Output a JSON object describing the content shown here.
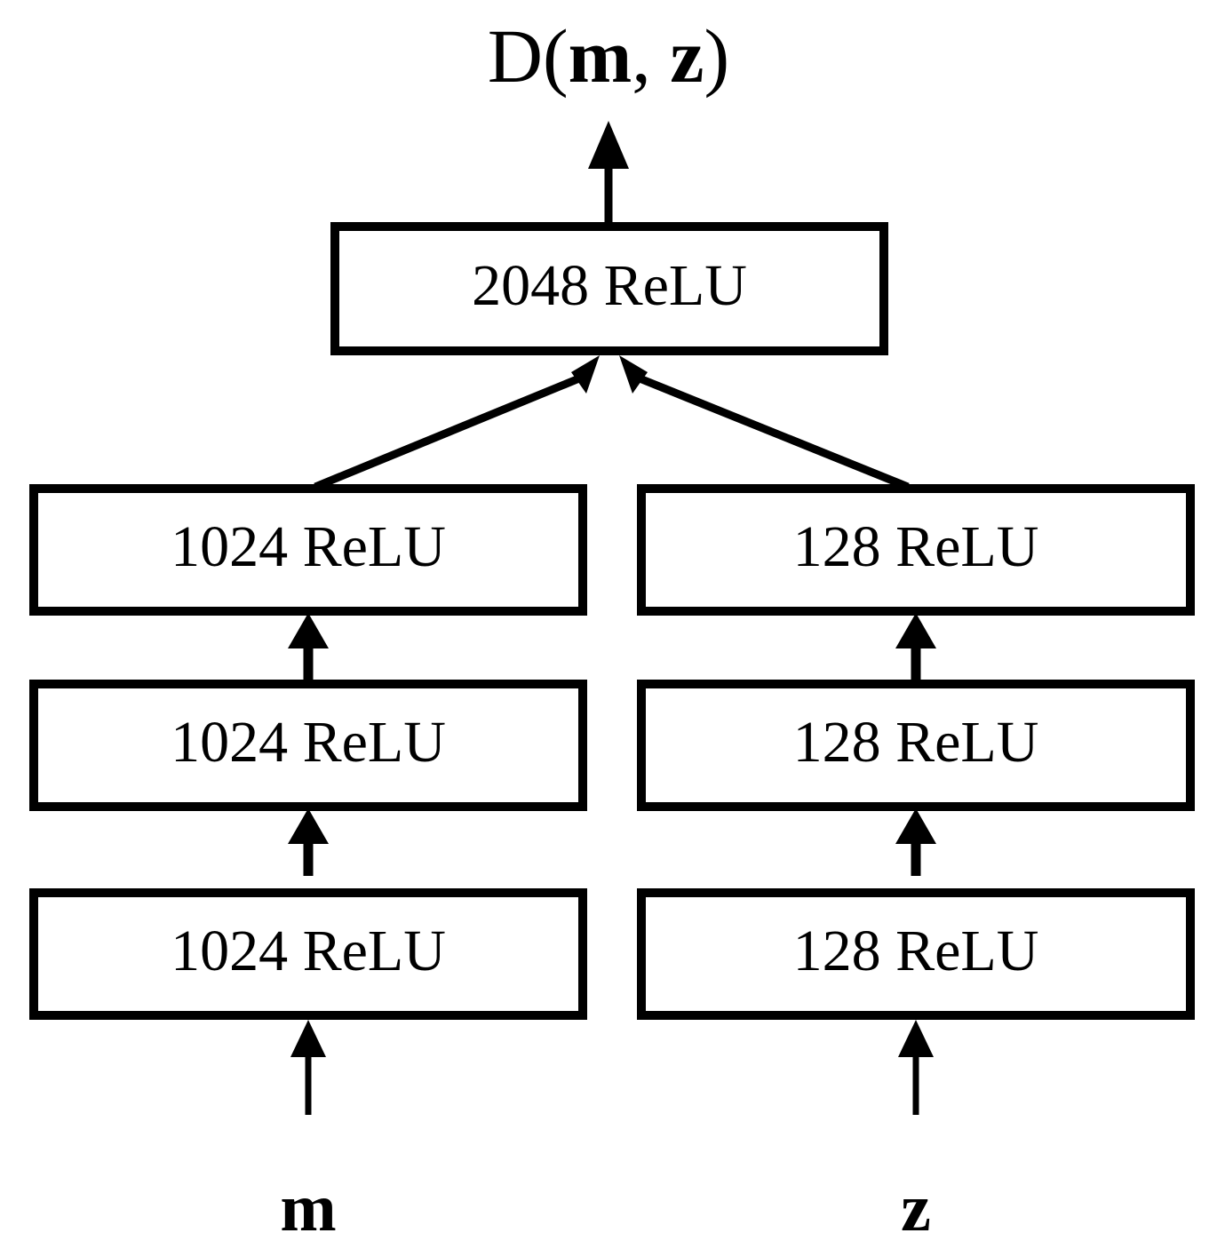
{
  "figure": {
    "kind": "neural-network-architecture-diagram",
    "title": "Discriminator network architecture",
    "background_color": "#ffffff",
    "line_color": "#000000"
  },
  "output": {
    "expression_prefix": "D(",
    "expression_var1": "m",
    "expression_sep": ", ",
    "expression_var2": "z",
    "expression_suffix": ")",
    "full_text": "D(m, z)"
  },
  "inputs": [
    {
      "id": "input-m",
      "label": "m",
      "column": "left"
    },
    {
      "id": "input-z",
      "label": "z",
      "column": "right"
    }
  ],
  "layers": {
    "merge": {
      "id": "layer-merge-2048",
      "label": "2048 ReLU",
      "units": 2048,
      "activation": "ReLU"
    },
    "left_column": [
      {
        "id": "layer-left-1",
        "label": "1024 ReLU",
        "units": 1024,
        "activation": "ReLU",
        "row": "bottom"
      },
      {
        "id": "layer-left-2",
        "label": "1024 ReLU",
        "units": 1024,
        "activation": "ReLU",
        "row": "middle"
      },
      {
        "id": "layer-left-3",
        "label": "1024 ReLU",
        "units": 1024,
        "activation": "ReLU",
        "row": "top"
      }
    ],
    "right_column": [
      {
        "id": "layer-right-1",
        "label": "128 ReLU",
        "units": 128,
        "activation": "ReLU",
        "row": "bottom"
      },
      {
        "id": "layer-right-2",
        "label": "128 ReLU",
        "units": 128,
        "activation": "ReLU",
        "row": "middle"
      },
      {
        "id": "layer-right-3",
        "label": "128 ReLU",
        "units": 128,
        "activation": "ReLU",
        "row": "top"
      }
    ]
  },
  "connections": [
    {
      "id": "edge-m-to-left1",
      "from": "m",
      "to": "layer-left-1",
      "style": "vertical-arrow"
    },
    {
      "id": "edge-left1-to-left2",
      "from": "layer-left-1",
      "to": "layer-left-2",
      "style": "vertical-arrow"
    },
    {
      "id": "edge-left2-to-left3",
      "from": "layer-left-2",
      "to": "layer-left-3",
      "style": "vertical-arrow"
    },
    {
      "id": "edge-left3-to-merge",
      "from": "layer-left-3",
      "to": "layer-merge-2048",
      "style": "diagonal-arrow"
    },
    {
      "id": "edge-z-to-right1",
      "from": "z",
      "to": "layer-right-1",
      "style": "vertical-arrow"
    },
    {
      "id": "edge-right1-to-right2",
      "from": "layer-right-1",
      "to": "layer-right-2",
      "style": "vertical-arrow"
    },
    {
      "id": "edge-right2-to-right3",
      "from": "layer-right-2",
      "to": "layer-right-3",
      "style": "vertical-arrow"
    },
    {
      "id": "edge-right3-to-merge",
      "from": "layer-right-3",
      "to": "layer-merge-2048",
      "style": "diagonal-arrow"
    },
    {
      "id": "edge-merge-to-output",
      "from": "layer-merge-2048",
      "to": "D(m, z)",
      "style": "vertical-arrow"
    }
  ]
}
